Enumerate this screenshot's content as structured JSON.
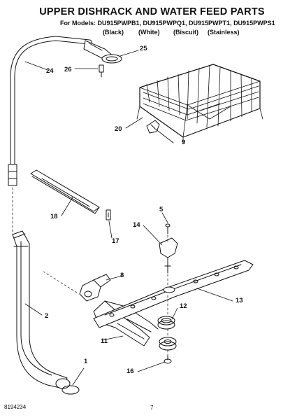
{
  "header": {
    "title": "UPPER DISHRACK AND WATER FEED PARTS",
    "models": "For Models: DU915PWPB1, DU915PWPQ1, DU915PWPT1, DU915PWPS1",
    "colors": [
      "(Black)",
      "(White)",
      "(Biscuit)",
      "(Stainless)"
    ]
  },
  "callouts": {
    "c1": "1",
    "c2": "2",
    "c5": "5",
    "c8": "8",
    "c9": "9",
    "c11": "11",
    "c12": "12",
    "c13": "13",
    "c14": "14",
    "c16": "16",
    "c17": "17",
    "c18": "18",
    "c20": "20",
    "c24": "24",
    "c25": "25",
    "c26": "26"
  },
  "footer": {
    "doc_number": "8194234",
    "page": "7"
  }
}
